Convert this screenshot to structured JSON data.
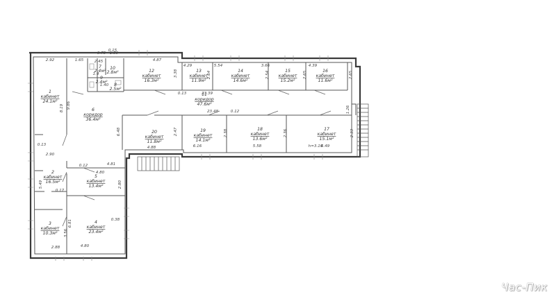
{
  "rooms": [
    {
      "num": "1",
      "label": "кабинет",
      "area": "24.1м²"
    },
    {
      "num": "2",
      "label": "кабинет",
      "area": "16.5м²"
    },
    {
      "num": "3",
      "label": "кабинет",
      "area": "10.3м²"
    },
    {
      "num": "4",
      "label": "кабинет",
      "area": "23.4м²"
    },
    {
      "num": "5",
      "label": "кабинет",
      "area": "13.4м²"
    },
    {
      "num": "6",
      "label": "коридор",
      "area": "36.4м²"
    },
    {
      "num": "7",
      "label": "",
      "area": "2.4м²"
    },
    {
      "num": "8",
      "label": "",
      "area": "2.5м²"
    },
    {
      "num": "9",
      "label": "",
      "area": "2.4м²"
    },
    {
      "num": "10",
      "label": "",
      "area": "2.8м²"
    },
    {
      "num": "11",
      "label": "коридор",
      "area": "47.6м²"
    },
    {
      "num": "12",
      "label": "кабинет",
      "area": "16.3м²"
    },
    {
      "num": "13",
      "label": "кабинет",
      "area": "11.9м²"
    },
    {
      "num": "14",
      "label": "кабинет",
      "area": "14.6м²"
    },
    {
      "num": "15",
      "label": "кабинет",
      "area": "15.2м²"
    },
    {
      "num": "16",
      "label": "кабинет",
      "area": "11.6м²"
    },
    {
      "num": "17",
      "label": "кабинет",
      "area": "15.1м²"
    },
    {
      "num": "18",
      "label": "кабинет",
      "area": "13.6м²"
    },
    {
      "num": "19",
      "label": "кабинет",
      "area": "14.1м²"
    },
    {
      "num": "20",
      "label": "кабинет",
      "area": "11.8м²"
    }
  ],
  "dimensions": [
    "2.92",
    "1.65",
    "4.87",
    "4.29",
    "5.54",
    "3.66",
    "4.39",
    "0.75",
    "2.45",
    "1.59",
    "1.4",
    "1.40",
    "9.86",
    "8.19",
    "3.38",
    "2.64",
    "2.54",
    "2.65",
    "2.65",
    "23.39",
    "0.13",
    "23.48",
    "0.12",
    "1.26",
    "6.48",
    "2.47",
    "2.38",
    "2.36",
    "2.33",
    "0.13",
    "2.90",
    "6.16",
    "5.58",
    "6.49",
    "h=3.10",
    "4.88",
    "0.12",
    "4.80",
    "4.81",
    "5.49",
    "2.80",
    "0.17",
    "0.38",
    "6.81",
    "3.56",
    "2.88",
    "4.80",
    "0.15"
  ],
  "watermark": "Час-Пик"
}
